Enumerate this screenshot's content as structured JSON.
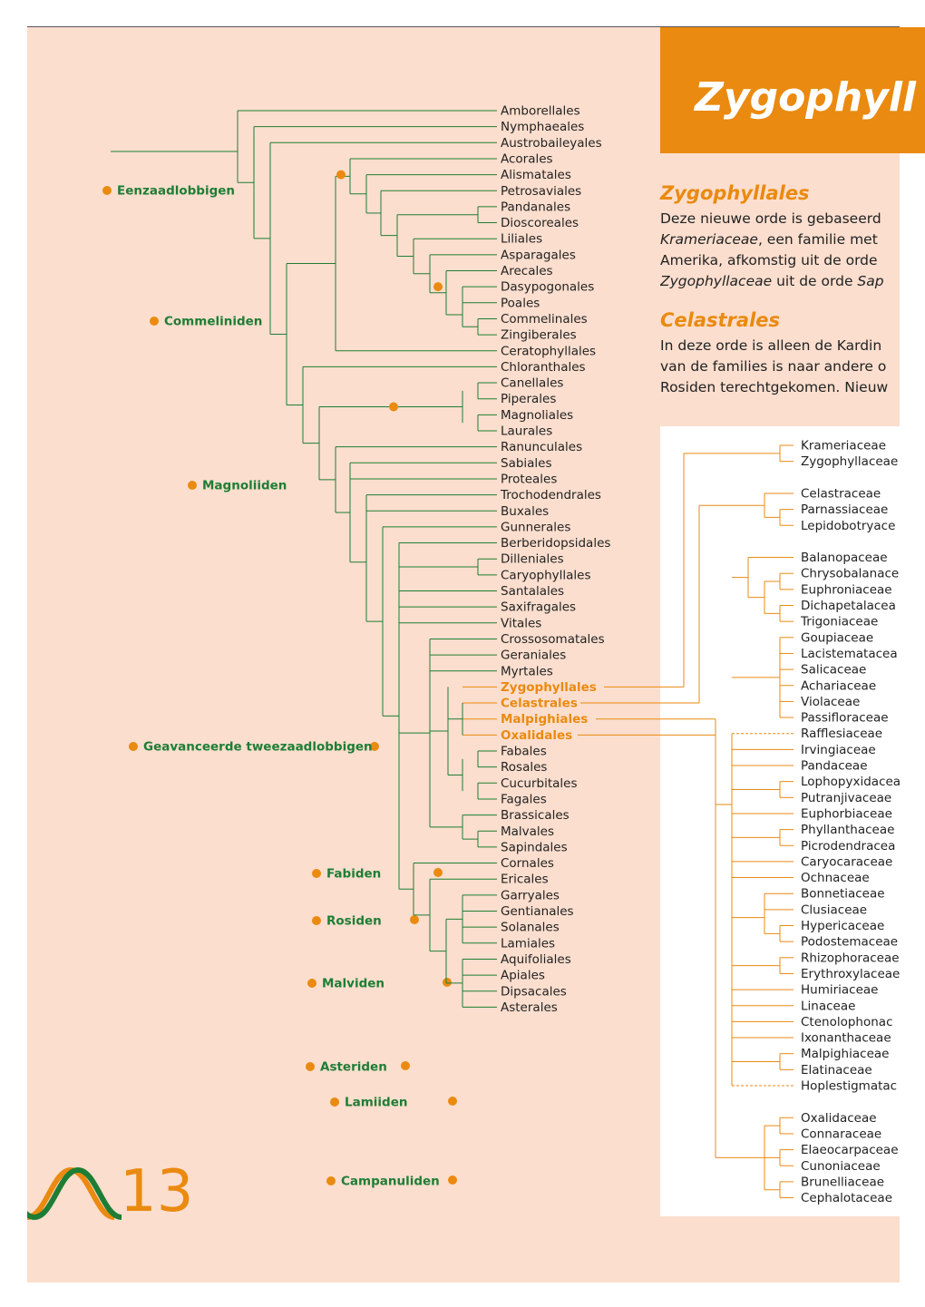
{
  "banner": {
    "title": "Zygophyll"
  },
  "sections": [
    {
      "title": "Zygophyllales",
      "lines": [
        [
          {
            "t": "Deze nieuwe orde is gebaseerd"
          }
        ],
        [
          {
            "t": "Krameriaceae",
            "i": true
          },
          {
            "t": ", een familie met"
          }
        ],
        [
          {
            "t": "Amerika, afkomstig uit de orde"
          }
        ],
        [
          {
            "t": "Zygophyllaceae",
            "i": true
          },
          {
            "t": " uit de orde "
          },
          {
            "t": "Sap",
            "i": true
          }
        ]
      ]
    },
    {
      "title": "Celastrales",
      "lines": [
        [
          {
            "t": "In deze orde is alleen de Kardin"
          }
        ],
        [
          {
            "t": "van de families is naar andere o"
          }
        ],
        [
          {
            "t": "Rosiden terechtgekomen. Nieuw"
          }
        ]
      ]
    }
  ],
  "orders": [
    "Amborellales",
    "Nymphaeales",
    "Austrobaileyales",
    "Acorales",
    "Alismatales",
    "Petrosaviales",
    "Pandanales",
    "Dioscoreales",
    "Liliales",
    "Asparagales",
    "Arecales",
    "Dasypogonales",
    "Poales",
    "Commelinales",
    "Zingiberales",
    "Ceratophyllales",
    "Chloranthales",
    "Canellales",
    "Piperales",
    "Magnoliales",
    "Laurales",
    "Ranunculales",
    "Sabiales",
    "Proteales",
    "Trochodendrales",
    "Buxales",
    "Gunnerales",
    "Berberidopsidales",
    "Dilleniales",
    "Caryophyllales",
    "Santalales",
    "Saxifragales",
    "Vitales",
    "Crossosomatales",
    "Geraniales",
    "Myrtales",
    "Zygophyllales",
    "Celastrales",
    "Malpighiales",
    "Oxalidales",
    "Fabales",
    "Rosales",
    "Cucurbitales",
    "Fagales",
    "Brassicales",
    "Malvales",
    "Sapindales",
    "Cornales",
    "Ericales",
    "Garryales",
    "Gentianales",
    "Solanales",
    "Lamiales",
    "Aquifoliales",
    "Apiales",
    "Dipsacales",
    "Asterales"
  ],
  "clades": [
    "Eenzaadlobbigen",
    "Commeliniden",
    "Magnoliiden",
    "Geavanceerde tweezaadlobbigen",
    "Fabiden",
    "Rosiden",
    "Malviden",
    "Asteriden",
    "Lamiiden",
    "Campanuliden"
  ],
  "families": [
    "Krameriaceae",
    "Zygophyllaceae",
    "Celastraceae",
    "Parnassiaceae",
    "Lepidobotryace",
    "Balanopaceae",
    "Chrysobalanace",
    "Euphroniaceae",
    "Dichapetalacea",
    "Trigoniaceae",
    "Goupiaceae",
    "Lacistematacea",
    "Salicaceae",
    "Achariaceae",
    "Violaceae",
    "Passifloraceae",
    "Rafflesiaceae",
    "Irvingiaceae",
    "Pandaceae",
    "Lophopyxidacea",
    "Putranjivaceae",
    "Euphorbiaceae",
    "Phyllanthaceae",
    "Picrodendracea",
    "Caryocaraceae",
    "Ochnaceae",
    "Bonnetiaceae",
    "Clusiaceae",
    "Hypericaceae",
    "Podostemaceae",
    "Rhizophoraceae",
    "Erythroxylaceae",
    "Humiriaceae",
    "Linaceae",
    "Ctenolophonac",
    "Ixonanthaceae",
    "Malpighiaceae",
    "Elatinaceae",
    "Hoplestigmatac",
    "Oxalidaceae",
    "Connaraceae",
    "Elaeocarpaceae",
    "Cunoniaceae",
    "Brunelliaceae",
    "Cephalotaceae"
  ],
  "page_number": "13",
  "colors": {
    "green": "#1e7d35",
    "orange": "#ea8a10",
    "background": "#fbdece"
  }
}
